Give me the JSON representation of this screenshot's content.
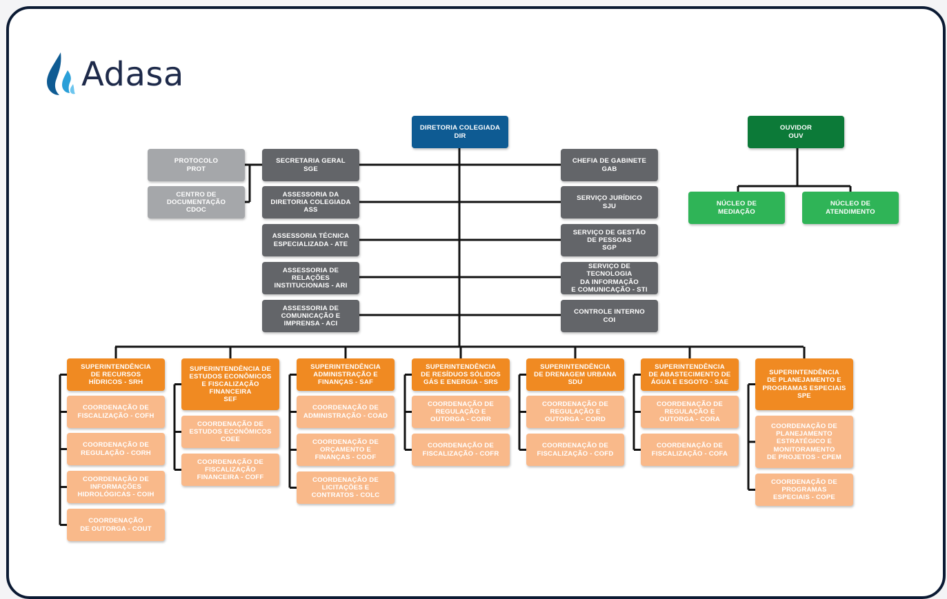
{
  "logo": {
    "name": "Adasa",
    "icon": "water-drop-icon"
  },
  "colors": {
    "board": "#0e5b93",
    "ombudsman": "#0c7a38",
    "ombudsman_units": "#2fb457",
    "protocol": "#a5a7aa",
    "advisory": "#636569",
    "superintendence": "#f08a22",
    "coordination": "#f9b98a",
    "lines": "#111111",
    "frame": "#0b1a33"
  },
  "dir": [
    "DIRETORIA COLEGIADA",
    "DIR"
  ],
  "ouv": [
    "OUVIDOR",
    "OUV"
  ],
  "ouv_children": [
    [
      "NÚCLEO DE",
      "MEDIAÇÃO"
    ],
    [
      "NÚCLEO DE",
      "ATENDIMENTO"
    ]
  ],
  "prot": [
    "PROTOCOLO",
    "PROT"
  ],
  "cdoc": [
    "CENTRO DE",
    "DOCUMENTAÇÃO",
    "CDOC"
  ],
  "left_units": [
    [
      "SECRETARIA GERAL",
      "SGE"
    ],
    [
      "ASSESSORIA DA",
      "DIRETORIA COLEGIADA",
      "ASS"
    ],
    [
      "ASSESSORIA TÉCNICA",
      "ESPECIALIZADA - ATE"
    ],
    [
      "ASSESSORIA DE",
      "RELAÇÕES",
      "INSTITUCIONAIS - ARI"
    ],
    [
      "ASSESSORIA DE",
      "COMUNICAÇÃO E",
      "IMPRENSA - ACI"
    ]
  ],
  "right_units": [
    [
      "CHEFIA DE GABINETE",
      "GAB"
    ],
    [
      "SERVIÇO JURÍDICO",
      "SJU"
    ],
    [
      "SERVIÇO DE GESTÃO",
      "DE PESSOAS",
      "SGP"
    ],
    [
      "SERVIÇO DE TECNOLOGIA",
      "DA INFORMAÇÃO",
      "E COMUNICAÇÃO - STI"
    ],
    [
      "CONTROLE INTERNO",
      "COI"
    ]
  ],
  "superintendencies": [
    {
      "title": [
        "SUPERINTENDÊNCIA",
        "DE RECURSOS",
        "HÍDRICOS - SRH"
      ],
      "children": [
        [
          "COORDENAÇÃO DE",
          "FISCALIZAÇÃO - COFH"
        ],
        [
          "COORDENAÇÃO DE",
          "REGULAÇÃO - CORH"
        ],
        [
          "COORDENAÇÃO DE",
          "INFORMAÇÕES",
          "HIDROLÓGICAS - COIH"
        ],
        [
          "COORDENAÇÃO",
          "DE OUTORGA - COUT"
        ]
      ]
    },
    {
      "title": [
        "SUPERINTENDÊNCIA DE",
        "ESTUDOS ECONÔMICOS",
        "E FISCALIZAÇÃO",
        "FINANCEIRA",
        "SEF"
      ],
      "children": [
        [
          "COORDENAÇÃO DE",
          "ESTUDOS ECONÔMICOS",
          "COEE"
        ],
        [
          "COORDENAÇÃO DE",
          "FISCALIZAÇÃO",
          "FINANCEIRA - COFF"
        ]
      ]
    },
    {
      "title": [
        "SUPERINTENDÊNCIA",
        "ADMINISTRAÇÃO E",
        "FINANÇAS - SAF"
      ],
      "children": [
        [
          "COORDENAÇÃO DE",
          "ADMINISTRAÇÃO - COAD"
        ],
        [
          "COORDENAÇÃO DE",
          "ORÇAMENTO E",
          "FINANÇAS - COOF"
        ],
        [
          "COORDENAÇÃO DE",
          "LICITAÇÕES E",
          "CONTRATOS - COLC"
        ]
      ]
    },
    {
      "title": [
        "SUPERINTENDÊNCIA",
        "DE RESÍDUOS SÓLIDOS",
        "GÁS E ENERGIA - SRS"
      ],
      "children": [
        [
          "COORDENAÇÃO DE",
          "REGULAÇÃO E",
          "OUTORGA - CORR"
        ],
        [
          "COORDENAÇÃO DE",
          "FISCALIZAÇÃO - COFR"
        ]
      ]
    },
    {
      "title": [
        "SUPERINTENDÊNCIA",
        "DE DRENAGEM URBANA",
        "SDU"
      ],
      "children": [
        [
          "COORDENAÇÃO DE",
          "REGULAÇÃO E",
          "OUTORGA - CORD"
        ],
        [
          "COORDENAÇÃO DE",
          "FISCALIZAÇÃO - COFD"
        ]
      ]
    },
    {
      "title": [
        "SUPERINTENDÊNCIA",
        "DE ABASTECIMENTO DE",
        "ÁGUA E ESGOTO - SAE"
      ],
      "children": [
        [
          "COORDENAÇÃO DE",
          "REGULAÇÃO E",
          "OUTORGA - CORA"
        ],
        [
          "COORDENAÇÃO DE",
          "FISCALIZAÇÃO - COFA"
        ]
      ]
    },
    {
      "title": [
        "SUPERINTENDÊNCIA",
        "DE PLANEJAMENTO E",
        "PROGRAMAS ESPECIAIS",
        "SPE"
      ],
      "children": [
        [
          "COORDENAÇÃO DE",
          "PLANEJAMENTO",
          "ESTRATÉGICO E",
          "MONITORAMENTO",
          "DE PROJETOS - CPEM"
        ],
        [
          "COORDENAÇÃO DE",
          "PROGRAMAS",
          "ESPECIAIS - COPE"
        ]
      ]
    }
  ]
}
